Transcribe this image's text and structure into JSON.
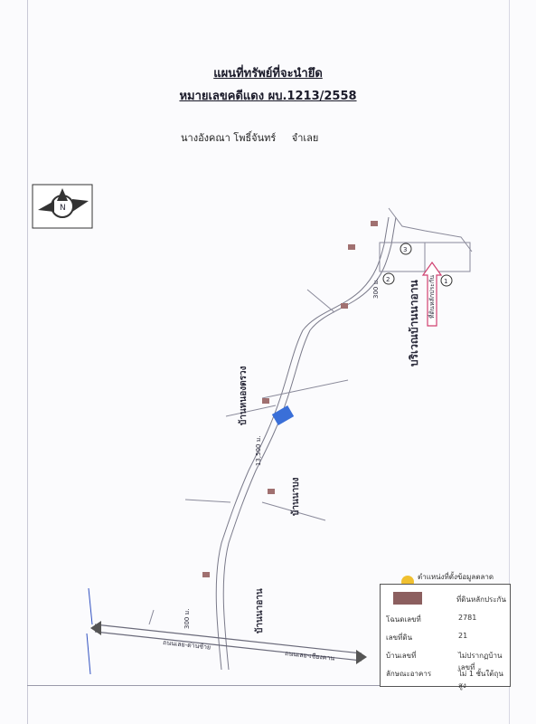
{
  "document": {
    "title": "แผนที่ทรัพย์ที่จะนำยึด",
    "case_line": "หมายเลขคดีแดง ผบ.1213/2558",
    "owner_name": "นางอังคณา  โพธิ์จันทร์",
    "owner_role": "จำเลย"
  },
  "map": {
    "compass_letter": "N",
    "area_label_1": "บริเวณบ้านนาอาน",
    "area_label_2": "บ้านหนองตรวง",
    "area_label_3": "บ้านนาบง",
    "area_label_4": "บ้านนาอาน",
    "road_label": "ถนนเลย-เชียงคาน",
    "road_label_2": "ถนนเลย-ด่านซ้าย",
    "distance_1": "300 ม.",
    "distance_2": "13,500 ม.",
    "distance_3": "300 ม.",
    "marker_1": "1",
    "marker_2": "2",
    "marker_3": "3",
    "property_marker": "ที่ดินหลักประกัน"
  },
  "legend": {
    "dot_note": "ตำแหน่งที่ตั้งข้อมูลตลาด",
    "swatch_label": "ที่ดินหลักประกัน",
    "rows": [
      {
        "label": "โฉนดเลขที่",
        "value": "2781"
      },
      {
        "label": "เลขที่ดิน",
        "value": "21"
      },
      {
        "label": "บ้านเลขที่",
        "value": "ไม่ปรากฏบ้านเลขที่"
      },
      {
        "label": "ลักษณะอาคาร",
        "value": "ไม่ 1 ชั้นใต้ถุนสูง"
      }
    ]
  },
  "colors": {
    "property": "#3a6fd8",
    "road": "#7a7a8a",
    "marker_pink": "#d04070",
    "legend_swatch": "#8c5f5f",
    "dot": "#f0c030"
  }
}
